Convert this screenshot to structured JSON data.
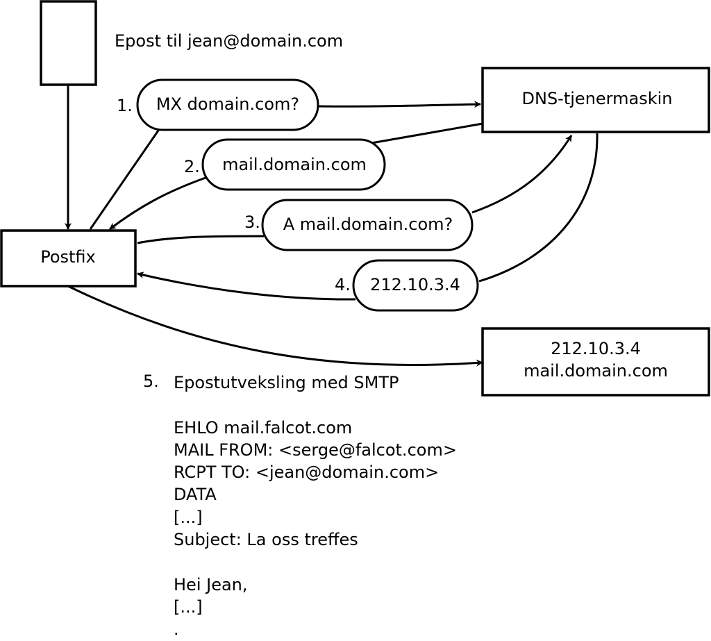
{
  "diagram": {
    "email_caption": "Epost til jean@domain.com",
    "nodes": {
      "postfix": "Postfix",
      "dns_server": "DNS-tjenermaskin",
      "mail_server_ip": "212.10.3.4",
      "mail_server_name": "mail.domain.com"
    },
    "steps": [
      {
        "number": "1.",
        "label": "MX domain.com?"
      },
      {
        "number": "2.",
        "label": "mail.domain.com"
      },
      {
        "number": "3.",
        "label": "A mail.domain.com?"
      },
      {
        "number": "4.",
        "label": "212.10.3.4"
      }
    ],
    "smtp": {
      "number": "5.",
      "title": "Epostutveksling med SMTP",
      "lines": [
        "",
        "EHLO mail.falcot.com",
        "MAIL FROM: <serge@falcot.com>",
        "RCPT TO: <jean@domain.com>",
        "DATA",
        "[...]",
        "Subject: La oss treffes",
        "",
        "Hei Jean,",
        "[...]",
        "."
      ]
    }
  }
}
